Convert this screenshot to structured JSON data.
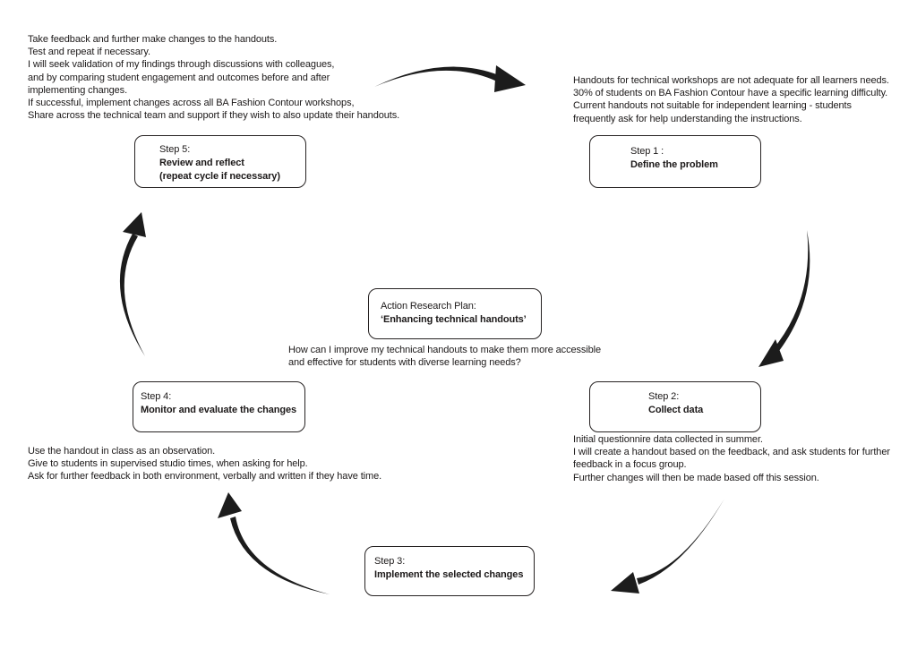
{
  "colors": {
    "ink": "#1c1919",
    "background": "#ffffff"
  },
  "diagram": {
    "top_left_note": "Take feedback and further make changes to the handouts.\nTest and repeat if necessary.\nI will seek validation of my findings through discussions with colleagues,\nand by comparing student engagement and outcomes  before and after\nimplementing changes.\nIf successful, implement changes across all BA Fashion Contour workshops,\nShare across the technical team and support if they wish to also update their handouts.",
    "top_right_note": "Handouts for technical workshops are not adequate for all learners needs.\n30% of students on BA Fashion Contour have a specific learning difficulty.\nCurrent handouts not suitable for independent learning - students\nfrequently ask for help understanding the instructions.",
    "center_box": {
      "line1": "Action Research Plan:",
      "line2": "‘Enhancing technical handouts’"
    },
    "research_question": "How can I improve my technical handouts to make them more accessible\nand effective for students with diverse learning needs?",
    "step1": {
      "label": "Step 1 :",
      "title": "Define the problem"
    },
    "step2": {
      "label": "Step 2:",
      "title": "Collect data",
      "note": "Initial questionnire data collected in summer.\nI will create a handout based on the feedback, and ask students for further\nfeedback in a focus group.\nFurther changes will then be made based off this session."
    },
    "step3": {
      "label": "Step 3:",
      "title": "Implement the selected changes"
    },
    "step4": {
      "label": "Step 4:",
      "title": "Monitor and evaluate the changes",
      "note": "Use the handout in class as an observation.\nGive to students in supervised studio times, when asking for help.\nAsk for further feedback in both environment, verbally and written if they have time."
    },
    "step5": {
      "label": "Step 5:",
      "title": "Review and reflect",
      "subtitle": "(repeat cycle if necessary)"
    },
    "arrows": [
      "arrow-step5-to-step1",
      "arrow-step1-to-step2",
      "arrow-step2-to-step3",
      "arrow-step3-to-step4",
      "arrow-step4-to-step5"
    ]
  }
}
